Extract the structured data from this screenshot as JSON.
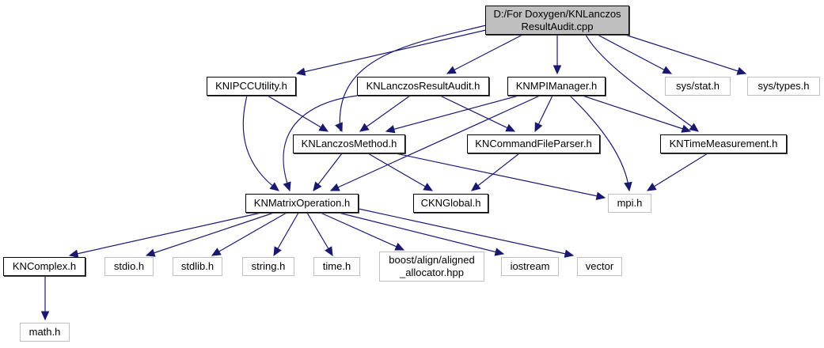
{
  "diagram": {
    "type": "include-dependency-graph",
    "colors": {
      "edge": "#191970",
      "root_fill": "#bfbfbf",
      "local_border": "#000000",
      "system_border": "#bfbfbf"
    },
    "nodes": [
      {
        "id": "root",
        "label": "D:/For Doxygen/KNLanczos\nResultAudit.cpp",
        "kind": "root"
      },
      {
        "id": "ipcc",
        "label": "KNIPCCUtility.h",
        "kind": "local"
      },
      {
        "id": "audit_h",
        "label": "KNLanczosResultAudit.h",
        "kind": "local"
      },
      {
        "id": "mpimgr",
        "label": "KNMPIManager.h",
        "kind": "local"
      },
      {
        "id": "sysstat",
        "label": "sys/stat.h",
        "kind": "system"
      },
      {
        "id": "systypes",
        "label": "sys/types.h",
        "kind": "system"
      },
      {
        "id": "lanczos",
        "label": "KNLanczosMethod.h",
        "kind": "local"
      },
      {
        "id": "cmdparser",
        "label": "KNCommandFileParser.h",
        "kind": "local"
      },
      {
        "id": "timemeas",
        "label": "KNTimeMeasurement.h",
        "kind": "local"
      },
      {
        "id": "matrix",
        "label": "KNMatrixOperation.h",
        "kind": "local"
      },
      {
        "id": "global",
        "label": "CKNGlobal.h",
        "kind": "local"
      },
      {
        "id": "mpi",
        "label": "mpi.h",
        "kind": "system"
      },
      {
        "id": "complex",
        "label": "KNComplex.h",
        "kind": "local"
      },
      {
        "id": "stdio",
        "label": "stdio.h",
        "kind": "system"
      },
      {
        "id": "stdlib",
        "label": "stdlib.h",
        "kind": "system"
      },
      {
        "id": "string",
        "label": "string.h",
        "kind": "system"
      },
      {
        "id": "time",
        "label": "time.h",
        "kind": "system"
      },
      {
        "id": "boost",
        "label": "boost/align/aligned\n_allocator.hpp",
        "kind": "system"
      },
      {
        "id": "iostream",
        "label": "iostream",
        "kind": "system"
      },
      {
        "id": "vector",
        "label": "vector",
        "kind": "system"
      },
      {
        "id": "math",
        "label": "math.h",
        "kind": "system"
      }
    ],
    "edges": [
      [
        "root",
        "ipcc"
      ],
      [
        "root",
        "lanczos"
      ],
      [
        "root",
        "audit_h"
      ],
      [
        "root",
        "mpimgr"
      ],
      [
        "root",
        "timemeas"
      ],
      [
        "root",
        "sysstat"
      ],
      [
        "root",
        "systypes"
      ],
      [
        "ipcc",
        "lanczos"
      ],
      [
        "ipcc",
        "matrix"
      ],
      [
        "audit_h",
        "lanczos"
      ],
      [
        "audit_h",
        "matrix"
      ],
      [
        "audit_h",
        "cmdparser"
      ],
      [
        "mpimgr",
        "lanczos"
      ],
      [
        "mpimgr",
        "matrix"
      ],
      [
        "mpimgr",
        "cmdparser"
      ],
      [
        "mpimgr",
        "mpi"
      ],
      [
        "mpimgr",
        "timemeas"
      ],
      [
        "lanczos",
        "matrix"
      ],
      [
        "lanczos",
        "global"
      ],
      [
        "lanczos",
        "mpi"
      ],
      [
        "cmdparser",
        "global"
      ],
      [
        "timemeas",
        "mpi"
      ],
      [
        "matrix",
        "complex"
      ],
      [
        "matrix",
        "stdio"
      ],
      [
        "matrix",
        "stdlib"
      ],
      [
        "matrix",
        "string"
      ],
      [
        "matrix",
        "time"
      ],
      [
        "matrix",
        "boost"
      ],
      [
        "matrix",
        "iostream"
      ],
      [
        "matrix",
        "vector"
      ],
      [
        "complex",
        "math"
      ]
    ]
  }
}
